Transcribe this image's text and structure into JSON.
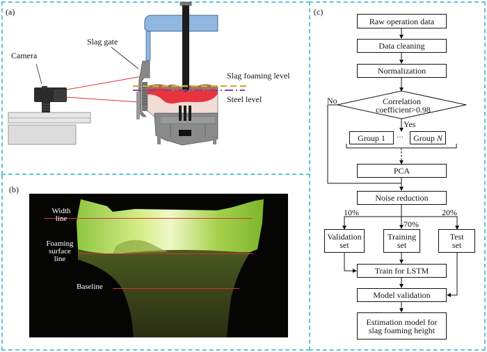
{
  "panels": {
    "a": {
      "label": "(a)",
      "annotations": {
        "camera": "Camera",
        "slag_gate": "Slag gate",
        "slag_foaming_level": "Slag foaming level",
        "steel_level": "Steel level"
      },
      "colors": {
        "slag_foaming_line": "#c8b43a",
        "steel_line": "#8e3a9e",
        "laser": "#e0303a",
        "molten_steel": "#e8343c",
        "roof": "#8fb7e0",
        "electrode": "#1c1c1c"
      }
    },
    "b": {
      "label": "(b)",
      "annotations": {
        "width_line": [
          "Width",
          "line"
        ],
        "foaming_surface_line": [
          "Foaming",
          "surface",
          "line"
        ],
        "baseline": "Baseline"
      },
      "colors": {
        "marker_line": "#e03030",
        "foam": "#c9e86a"
      }
    },
    "c": {
      "label": "(c)",
      "flowchart": {
        "raw": "Raw operation data",
        "cleaning": "Data cleaning",
        "normalization": "Normalization",
        "decision": [
          "Correlation",
          "coefficient>0.98"
        ],
        "no": "No",
        "yes": "Yes",
        "group1": "Group 1",
        "ellipsis": "···",
        "groupN_prefix": "Group ",
        "groupN_var": "N",
        "pca": "PCA",
        "noise": "Noise reduction",
        "pct_validation": "10%",
        "pct_training": "70%",
        "pct_test": "20%",
        "validation": [
          "Validation",
          "set"
        ],
        "training": [
          "Training",
          "set"
        ],
        "test": [
          "Test",
          "set"
        ],
        "train_lstm": "Train for LSTM",
        "model_validation": "Model validation",
        "estimation": [
          "Estimation model for",
          "slag foaming height"
        ]
      }
    }
  },
  "colors": {
    "panel_border": "#5ec4dc"
  }
}
